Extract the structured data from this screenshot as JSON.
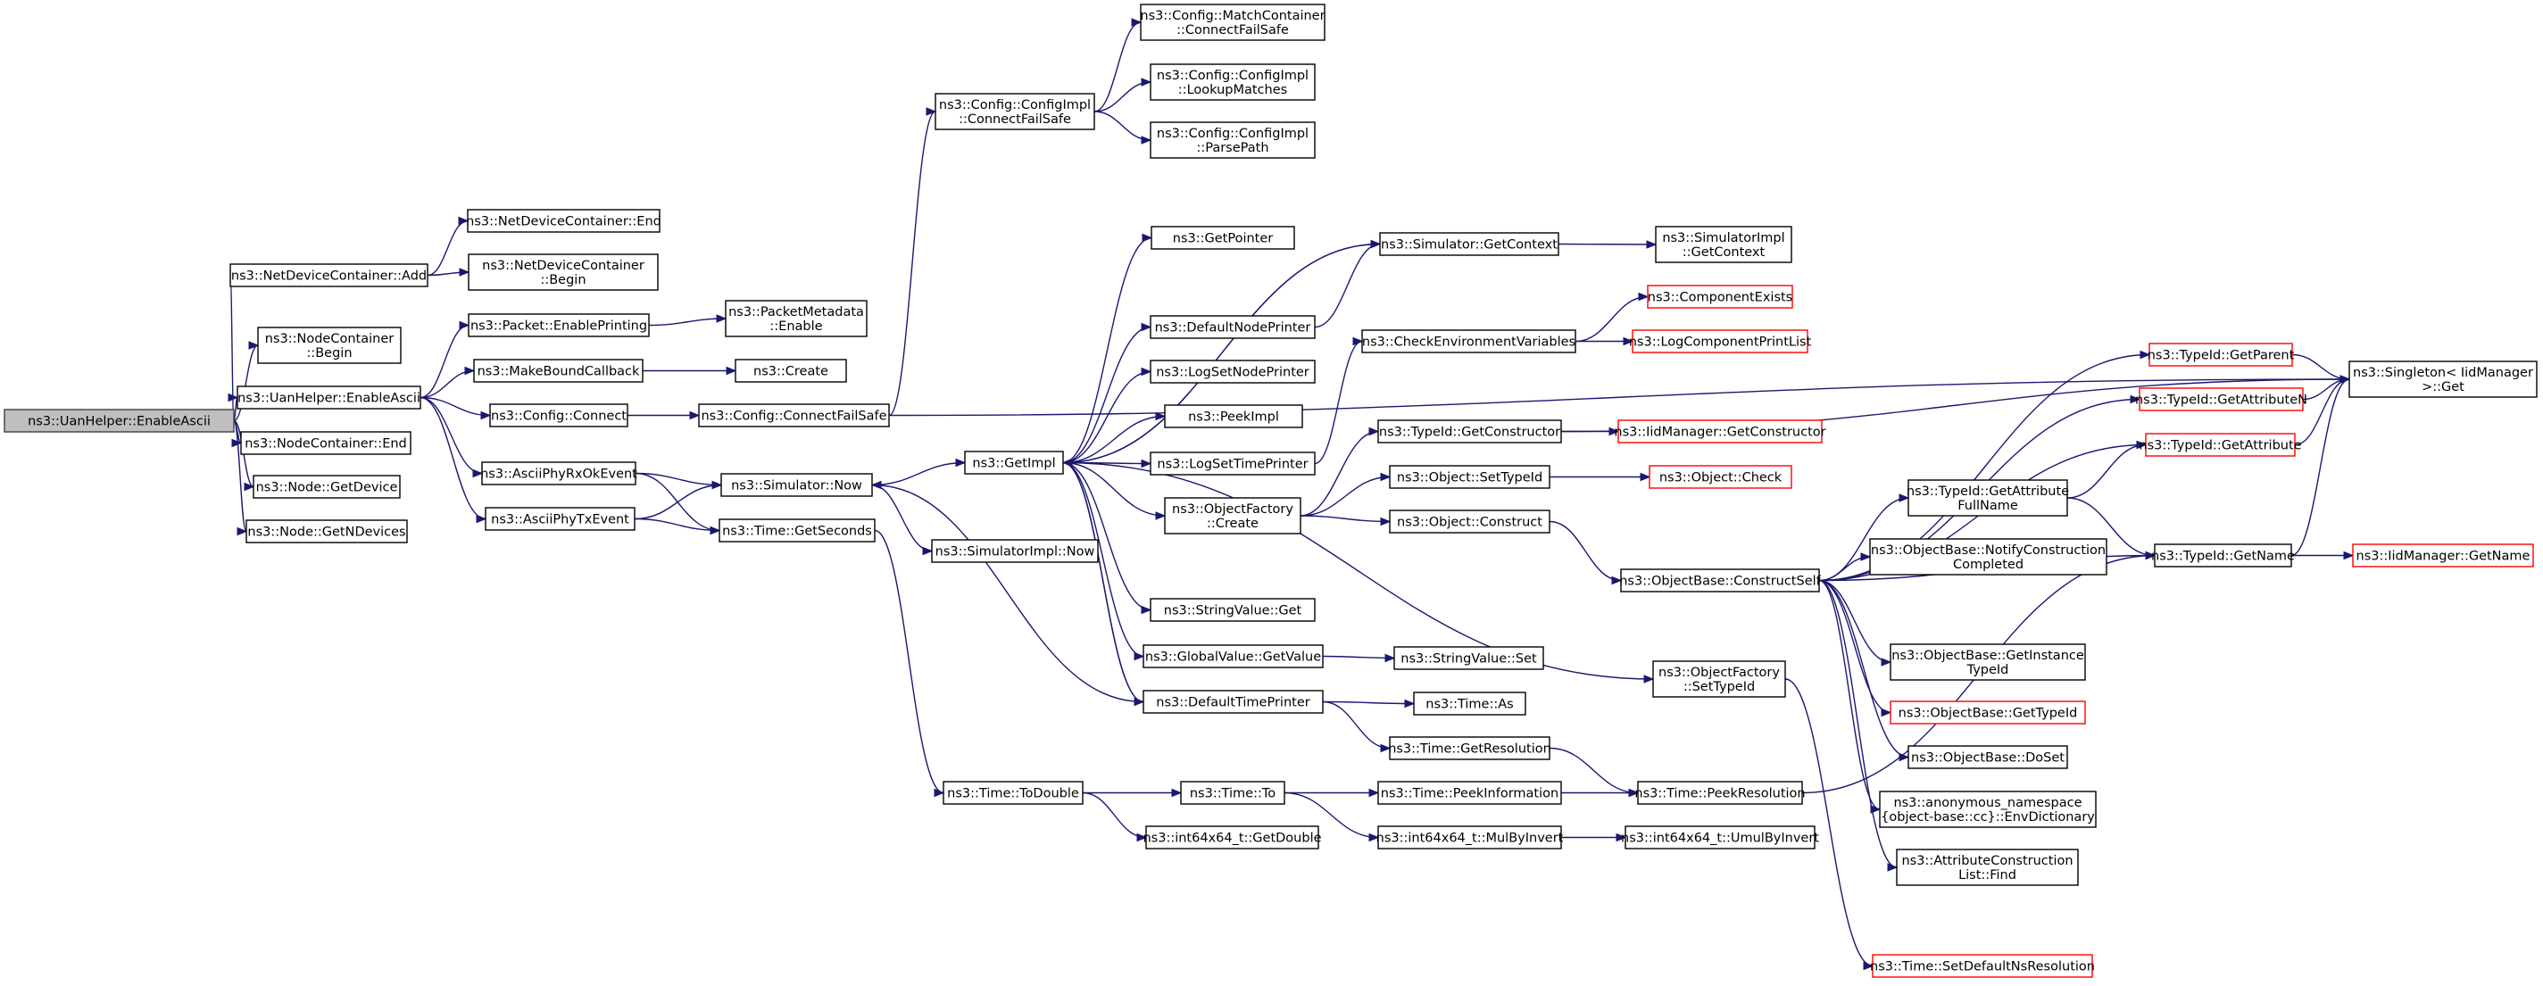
{
  "graph": {
    "nodes": [
      {
        "id": "n0",
        "lines": [
          "ns3::UanHelper::EnableAscii"
        ],
        "root": true
      },
      {
        "id": "n1",
        "lines": [
          "ns3::NetDeviceContainer::Add"
        ]
      },
      {
        "id": "n2",
        "lines": [
          "ns3::NodeContainer",
          "::Begin"
        ]
      },
      {
        "id": "n3",
        "lines": [
          "ns3::UanHelper::EnableAscii"
        ]
      },
      {
        "id": "n4",
        "lines": [
          "ns3::NodeContainer::End"
        ]
      },
      {
        "id": "n5",
        "lines": [
          "ns3::Node::GetDevice"
        ]
      },
      {
        "id": "n6",
        "lines": [
          "ns3::Node::GetNDevices"
        ]
      },
      {
        "id": "n7",
        "lines": [
          "ns3::NetDeviceContainer::End"
        ]
      },
      {
        "id": "n8",
        "lines": [
          "ns3::NetDeviceContainer",
          "::Begin"
        ]
      },
      {
        "id": "n9",
        "lines": [
          "ns3::Packet::EnablePrinting"
        ]
      },
      {
        "id": "n10",
        "lines": [
          "ns3::MakeBoundCallback"
        ]
      },
      {
        "id": "n11",
        "lines": [
          "ns3::Config::Connect"
        ]
      },
      {
        "id": "n12",
        "lines": [
          "ns3::AsciiPhyRxOkEvent"
        ]
      },
      {
        "id": "n13",
        "lines": [
          "ns3::AsciiPhyTxEvent"
        ]
      },
      {
        "id": "n14",
        "lines": [
          "ns3::PacketMetadata",
          "::Enable"
        ]
      },
      {
        "id": "n15",
        "lines": [
          "ns3::Create"
        ]
      },
      {
        "id": "n16",
        "lines": [
          "ns3::Config::ConnectFailSafe"
        ]
      },
      {
        "id": "n17",
        "lines": [
          "ns3::Simulator::Now"
        ]
      },
      {
        "id": "n18",
        "lines": [
          "ns3::Time::GetSeconds"
        ]
      },
      {
        "id": "n19",
        "lines": [
          "ns3::Config::ConfigImpl",
          "::ConnectFailSafe"
        ]
      },
      {
        "id": "n20",
        "lines": [
          "ns3::GetImpl"
        ]
      },
      {
        "id": "n21",
        "lines": [
          "ns3::SimulatorImpl::Now"
        ]
      },
      {
        "id": "n22",
        "lines": [
          "ns3::Time::ToDouble"
        ]
      },
      {
        "id": "n23",
        "lines": [
          "ns3::Config::MatchContainer",
          "::ConnectFailSafe"
        ]
      },
      {
        "id": "n24",
        "lines": [
          "ns3::Config::ConfigImpl",
          "::LookupMatches"
        ]
      },
      {
        "id": "n25",
        "lines": [
          "ns3::Config::ConfigImpl",
          "::ParsePath"
        ]
      },
      {
        "id": "n26",
        "lines": [
          "ns3::GetPointer"
        ]
      },
      {
        "id": "n27",
        "lines": [
          "ns3::DefaultNodePrinter"
        ]
      },
      {
        "id": "n28",
        "lines": [
          "ns3::LogSetNodePrinter"
        ]
      },
      {
        "id": "n29",
        "lines": [
          "ns3::PeekImpl"
        ]
      },
      {
        "id": "n30",
        "lines": [
          "ns3::LogSetTimePrinter"
        ]
      },
      {
        "id": "n31",
        "lines": [
          "ns3::ObjectFactory",
          "::Create"
        ]
      },
      {
        "id": "n32",
        "lines": [
          "ns3::StringValue::Get"
        ]
      },
      {
        "id": "n33",
        "lines": [
          "ns3::GlobalValue::GetValue"
        ]
      },
      {
        "id": "n34",
        "lines": [
          "ns3::DefaultTimePrinter"
        ]
      },
      {
        "id": "n35",
        "lines": [
          "ns3::Time::To"
        ]
      },
      {
        "id": "n36",
        "lines": [
          "ns3::int64x64_t::GetDouble"
        ]
      },
      {
        "id": "n37",
        "lines": [
          "ns3::Simulator::GetContext"
        ]
      },
      {
        "id": "n38",
        "lines": [
          "ns3::CheckEnvironmentVariables"
        ]
      },
      {
        "id": "n39",
        "lines": [
          "ns3::TypeId::GetConstructor"
        ]
      },
      {
        "id": "n40",
        "lines": [
          "ns3::Object::SetTypeId"
        ]
      },
      {
        "id": "n41",
        "lines": [
          "ns3::Object::Construct"
        ]
      },
      {
        "id": "n42",
        "lines": [
          "ns3::ObjectFactory",
          "::SetTypeId"
        ]
      },
      {
        "id": "n43",
        "lines": [
          "ns3::StringValue::Set"
        ]
      },
      {
        "id": "n44",
        "lines": [
          "ns3::Time::As"
        ]
      },
      {
        "id": "n45",
        "lines": [
          "ns3::Time::GetResolution"
        ]
      },
      {
        "id": "n46",
        "lines": [
          "ns3::Time::PeekInformation"
        ]
      },
      {
        "id": "n47",
        "lines": [
          "ns3::int64x64_t::MulByInvert"
        ]
      },
      {
        "id": "n48",
        "lines": [
          "ns3::SimulatorImpl",
          "::GetContext"
        ]
      },
      {
        "id": "n49",
        "lines": [
          "ns3::ComponentExists"
        ],
        "truncated": true
      },
      {
        "id": "n50",
        "lines": [
          "ns3::LogComponentPrintList"
        ],
        "truncated": true
      },
      {
        "id": "n51",
        "lines": [
          "ns3::IidManager::GetConstructor"
        ],
        "truncated": true
      },
      {
        "id": "n52",
        "lines": [
          "ns3::Object::Check"
        ],
        "truncated": true
      },
      {
        "id": "n53",
        "lines": [
          "ns3::ObjectBase::ConstructSelf"
        ]
      },
      {
        "id": "n54",
        "lines": [
          "ns3::Time::PeekResolution"
        ]
      },
      {
        "id": "n55",
        "lines": [
          "ns3::int64x64_t::UmulByInvert"
        ]
      },
      {
        "id": "n56",
        "lines": [
          "ns3::Time::SetDefaultNsResolution"
        ],
        "truncated": true
      },
      {
        "id": "n57",
        "lines": [
          "ns3::TypeId::GetAttribute",
          "FullName"
        ]
      },
      {
        "id": "n58",
        "lines": [
          "ns3::ObjectBase::NotifyConstruction",
          "Completed"
        ]
      },
      {
        "id": "n59",
        "lines": [
          "ns3::ObjectBase::GetInstance",
          "TypeId"
        ]
      },
      {
        "id": "n60",
        "lines": [
          "ns3::ObjectBase::GetTypeId"
        ],
        "truncated": true
      },
      {
        "id": "n61",
        "lines": [
          "ns3::ObjectBase::DoSet"
        ]
      },
      {
        "id": "n62",
        "lines": [
          "ns3::anonymous_namespace",
          "{object-base::cc}::EnvDictionary"
        ]
      },
      {
        "id": "n63",
        "lines": [
          "ns3::AttributeConstruction",
          "List::Find"
        ]
      },
      {
        "id": "n64",
        "lines": [
          "ns3::TypeId::GetParent"
        ],
        "truncated": true
      },
      {
        "id": "n65",
        "lines": [
          "ns3::TypeId::GetAttributeN"
        ],
        "truncated": true
      },
      {
        "id": "n66",
        "lines": [
          "ns3::TypeId::GetAttribute"
        ],
        "truncated": true
      },
      {
        "id": "n67",
        "lines": [
          "ns3::TypeId::GetName"
        ]
      },
      {
        "id": "n68",
        "lines": [
          "ns3::Singleton< IidManager",
          ">::Get"
        ]
      },
      {
        "id": "n69",
        "lines": [
          "ns3::IidManager::GetName"
        ],
        "truncated": true
      }
    ]
  }
}
